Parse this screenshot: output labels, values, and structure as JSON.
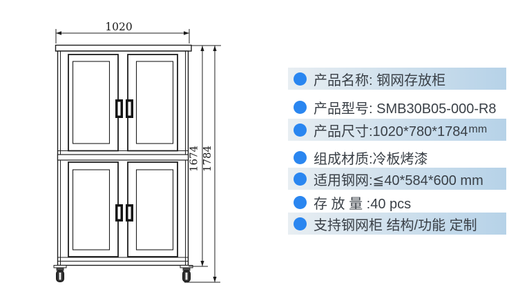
{
  "drawing": {
    "dim_width": "1020",
    "dim_height_inner": "1674",
    "dim_height_outer": "1784"
  },
  "panel": {
    "rows": [
      {
        "text": "产品名称: 钢网存放柜",
        "suffix": "",
        "highlight": true
      },
      {
        "text": "产品型号: SMB30B05-000-R8",
        "suffix": "",
        "highlight": false
      },
      {
        "text": "产品尺寸:1020*780*1784",
        "suffix": "mm",
        "highlight": true
      },
      {
        "text": "组成材质:冷板烤漆",
        "suffix": "",
        "highlight": false
      },
      {
        "text": "适用钢网:≦40*584*600 mm",
        "suffix": "",
        "highlight": true
      },
      {
        "text": "存 放 量 :40 pcs",
        "suffix": "",
        "highlight": false
      },
      {
        "text": "支持钢网柜 结构/功能 定制",
        "suffix": "",
        "highlight": true
      }
    ],
    "colors": {
      "bullet": "#2a86f0",
      "highlight_from": "#e8eef2",
      "highlight_to": "#b6d2e8",
      "text": "#3a4047",
      "line": "#1c1c1c"
    }
  }
}
